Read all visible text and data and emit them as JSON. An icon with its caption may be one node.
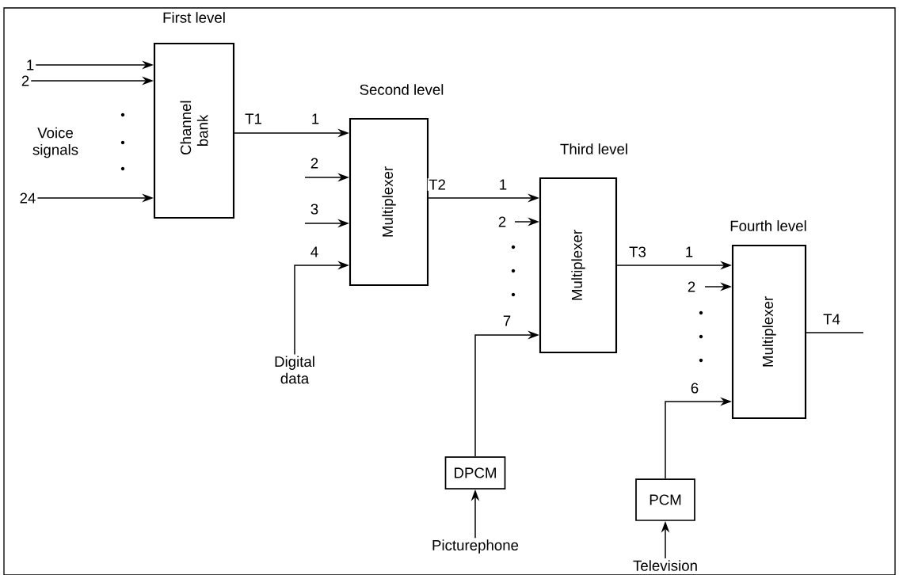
{
  "diagram": {
    "nodes": [
      {
        "text": [
          "Channel bank"
        ],
        "beside": [
          "First level"
        ]
      },
      {
        "text": [
          "Multiplexer"
        ],
        "beside": [
          "Second level"
        ]
      },
      {
        "text": [
          "Multiplexer"
        ],
        "beside": [
          "Third level"
        ]
      },
      {
        "text": [
          "Multiplexer"
        ],
        "beside": [
          "Fourth level"
        ]
      },
      {
        "text": [
          "DPCM"
        ]
      },
      {
        "text": [
          "PCM"
        ]
      },
      {
        "text": [
          "Digital data"
        ]
      },
      {
        "text": [
          "Picturephone"
        ]
      },
      {
        "text": [
          "Television"
        ]
      },
      {
        "text": [
          "1"
        ]
      },
      {
        "text": [
          "2"
        ]
      },
      {
        "text": [
          "24"
        ]
      }
    ],
    "edges": [
      {
        "from": 9,
        "to": 0,
        "arrow": "to"
      },
      {
        "from": 10,
        "to": 0,
        "arrow": "to"
      },
      {
        "from": 11,
        "to": 0,
        "arrow": "to"
      },
      {
        "from": 0,
        "to": 1,
        "arrow": "to",
        "label": "T1"
      },
      {
        "from": null,
        "to": 1,
        "arrow": "to",
        "label": "2"
      },
      {
        "from": null,
        "to": 1,
        "arrow": "to",
        "label": "3"
      },
      {
        "from": 6,
        "to": 1,
        "arrow": "to",
        "label": "4"
      },
      {
        "from": 1,
        "to": 2,
        "arrow": "to",
        "label": "T2"
      },
      {
        "from": null,
        "to": 2,
        "arrow": "to",
        "label": "2"
      },
      {
        "from": 4,
        "to": 2,
        "arrow": "to",
        "label": "7"
      },
      {
        "from": 7,
        "to": 4,
        "arrow": "to"
      },
      {
        "from": 2,
        "to": 3,
        "arrow": "to",
        "label": "T3"
      },
      {
        "from": null,
        "to": 3,
        "arrow": "to",
        "label": "2"
      },
      {
        "from": 5,
        "to": 3,
        "arrow": "to",
        "label": "6"
      },
      {
        "from": 8,
        "to": 5,
        "arrow": "to"
      },
      {
        "from": 3,
        "to": null,
        "arrow": "none",
        "label": "T4"
      }
    ],
    "labels": [
      "Voice signals",
      "1",
      "1",
      "1"
    ]
  }
}
